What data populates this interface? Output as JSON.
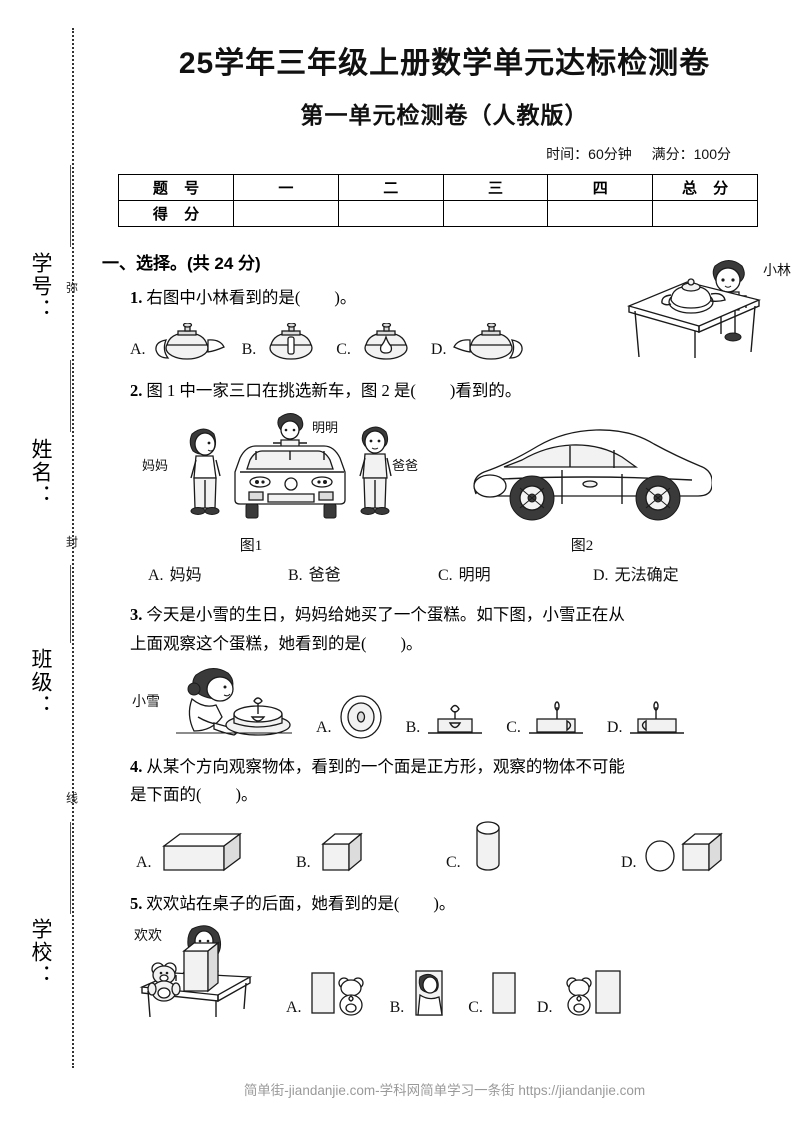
{
  "header": {
    "title_main": "25学年三年级上册数学单元达标检测卷",
    "title_sub": "第一单元检测卷（人教版）",
    "time_label": "时间：60分钟",
    "total_label": "满分：100分"
  },
  "score_table": {
    "row_labels": [
      "题 号",
      "得 分"
    ],
    "columns": [
      "一",
      "二",
      "三",
      "四",
      "总 分"
    ],
    "scores": [
      "",
      "",
      "",
      "",
      ""
    ]
  },
  "sidebar": {
    "fields": [
      "学号：",
      "姓名：",
      "班级：",
      "学校："
    ],
    "seal_words": [
      "弥",
      "封",
      "线"
    ]
  },
  "sections": [
    {
      "heading": "一、选择。(共 24 分)",
      "questions": [
        {
          "number": "1.",
          "text_before": "右图中小林看到的是(",
          "text_after": ")。",
          "figure_label": "小林",
          "options": [
            {
              "label": "A.",
              "desc": "teapot-handle-left-spout-right"
            },
            {
              "label": "B.",
              "desc": "teapot-front-view"
            },
            {
              "label": "C.",
              "desc": "teapot-back-view"
            },
            {
              "label": "D.",
              "desc": "teapot-spout-left-handle-right"
            }
          ]
        },
        {
          "number": "2.",
          "text_before": "图 1 中一家三口在挑选新车，图 2 是(",
          "text_after": ")看到的。",
          "people": [
            "妈妈",
            "明明",
            "爸爸"
          ],
          "captions": [
            "图1",
            "图2"
          ],
          "options": [
            {
              "label": "A.",
              "text": "妈妈"
            },
            {
              "label": "B.",
              "text": "爸爸"
            },
            {
              "label": "C.",
              "text": "明明"
            },
            {
              "label": "D.",
              "text": "无法确定"
            }
          ]
        },
        {
          "number": "3.",
          "text_line1": "今天是小雪的生日，妈妈给她买了一个蛋糕。如下图，小雪正在从",
          "text_line2_before": "上面观察这个蛋糕，她看到的是(",
          "text_after": ")。",
          "figure_label": "小雪",
          "options": [
            {
              "label": "A.",
              "desc": "cake-top-view-circles"
            },
            {
              "label": "B.",
              "desc": "cake-front-view-heart"
            },
            {
              "label": "C.",
              "desc": "cake-side-view-right"
            },
            {
              "label": "D.",
              "desc": "cake-side-view-left"
            }
          ]
        },
        {
          "number": "4.",
          "text_line1": "从某个方向观察物体，看到的一个面是正方形，观察的物体不可能",
          "text_line2_before": "是下面的(",
          "text_after": ")。",
          "options": [
            {
              "label": "A.",
              "desc": "rectangular-prism"
            },
            {
              "label": "B.",
              "desc": "cube"
            },
            {
              "label": "C.",
              "desc": "cylinder"
            },
            {
              "label": "D.",
              "desc": "sphere-and-cube"
            }
          ]
        },
        {
          "number": "5.",
          "text_before": "欢欢站在桌子的后面，她看到的是(",
          "text_after": ")。",
          "figure_label": "欢欢",
          "options": [
            {
              "label": "A.",
              "desc": "box-left-bear-right"
            },
            {
              "label": "B.",
              "desc": "girl-behind-box"
            },
            {
              "label": "C.",
              "desc": "box-only"
            },
            {
              "label": "D.",
              "desc": "bear-left-box-right"
            }
          ]
        }
      ]
    }
  ],
  "footer": {
    "text": "简单街-jiandanjie.com-学科网简单学习一条街 https://jiandanjie.com"
  }
}
